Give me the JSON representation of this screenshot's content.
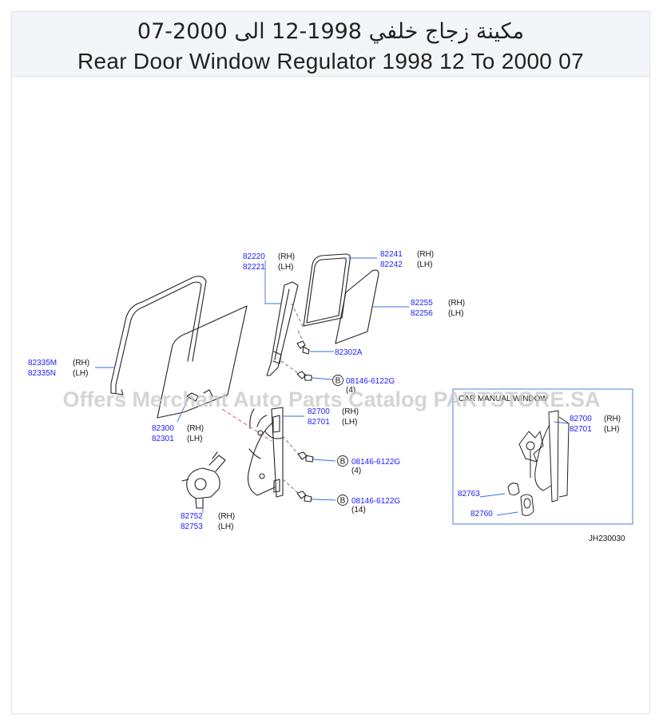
{
  "header": {
    "title_ar": "مكينة زجاج خلفي 1998-12 الى 2000-07",
    "title_en": "Rear Door Window Regulator 1998 12 To 2000 07"
  },
  "watermark": "Offers Merchant Auto Parts Catalog PARTSTORE.SA",
  "diagram_code": "JH230030",
  "inset_label": "CAR MANUAL WINDOW",
  "parts": {
    "p82335": {
      "num1": "82335M",
      "side1": "(RH)",
      "num2": "82335N",
      "side2": "(LH)"
    },
    "p82300": {
      "num1": "82300",
      "side1": "(RH)",
      "num2": "82301",
      "side2": "(LH)"
    },
    "p82220": {
      "num1": "82220",
      "side1": "(RH)",
      "num2": "82221",
      "side2": "(LH)"
    },
    "p82241": {
      "num1": "82241",
      "side1": "(RH)",
      "num2": "82242",
      "side2": "(LH)"
    },
    "p82255": {
      "num1": "82255",
      "side1": "(RH)",
      "num2": "82256",
      "side2": "(LH)"
    },
    "p82302A": {
      "num": "82302A"
    },
    "bolt1": {
      "badge": "B",
      "num": "08146-6122G",
      "qty": "(4)"
    },
    "bolt2": {
      "badge": "B",
      "num": "08146-6122G",
      "qty": "(4)"
    },
    "bolt3": {
      "badge": "B",
      "num": "08146-6122G",
      "qty": "(14)"
    },
    "p82700": {
      "num1": "82700",
      "side1": "(RH)",
      "num2": "82701",
      "side2": "(LH)"
    },
    "p82752": {
      "num1": "82752",
      "side1": "(RH)",
      "num2": "82753",
      "side2": "(LH)"
    },
    "inset82700": {
      "num1": "82700",
      "side1": "(RH)",
      "num2": "82701",
      "side2": "(LH)"
    },
    "p82763": {
      "num": "82763"
    },
    "p82760": {
      "num": "82760"
    }
  },
  "colors": {
    "part_number": "#1a1aff",
    "leader": "#3a6fd8",
    "line": "#222222",
    "dash": "#e05050"
  }
}
